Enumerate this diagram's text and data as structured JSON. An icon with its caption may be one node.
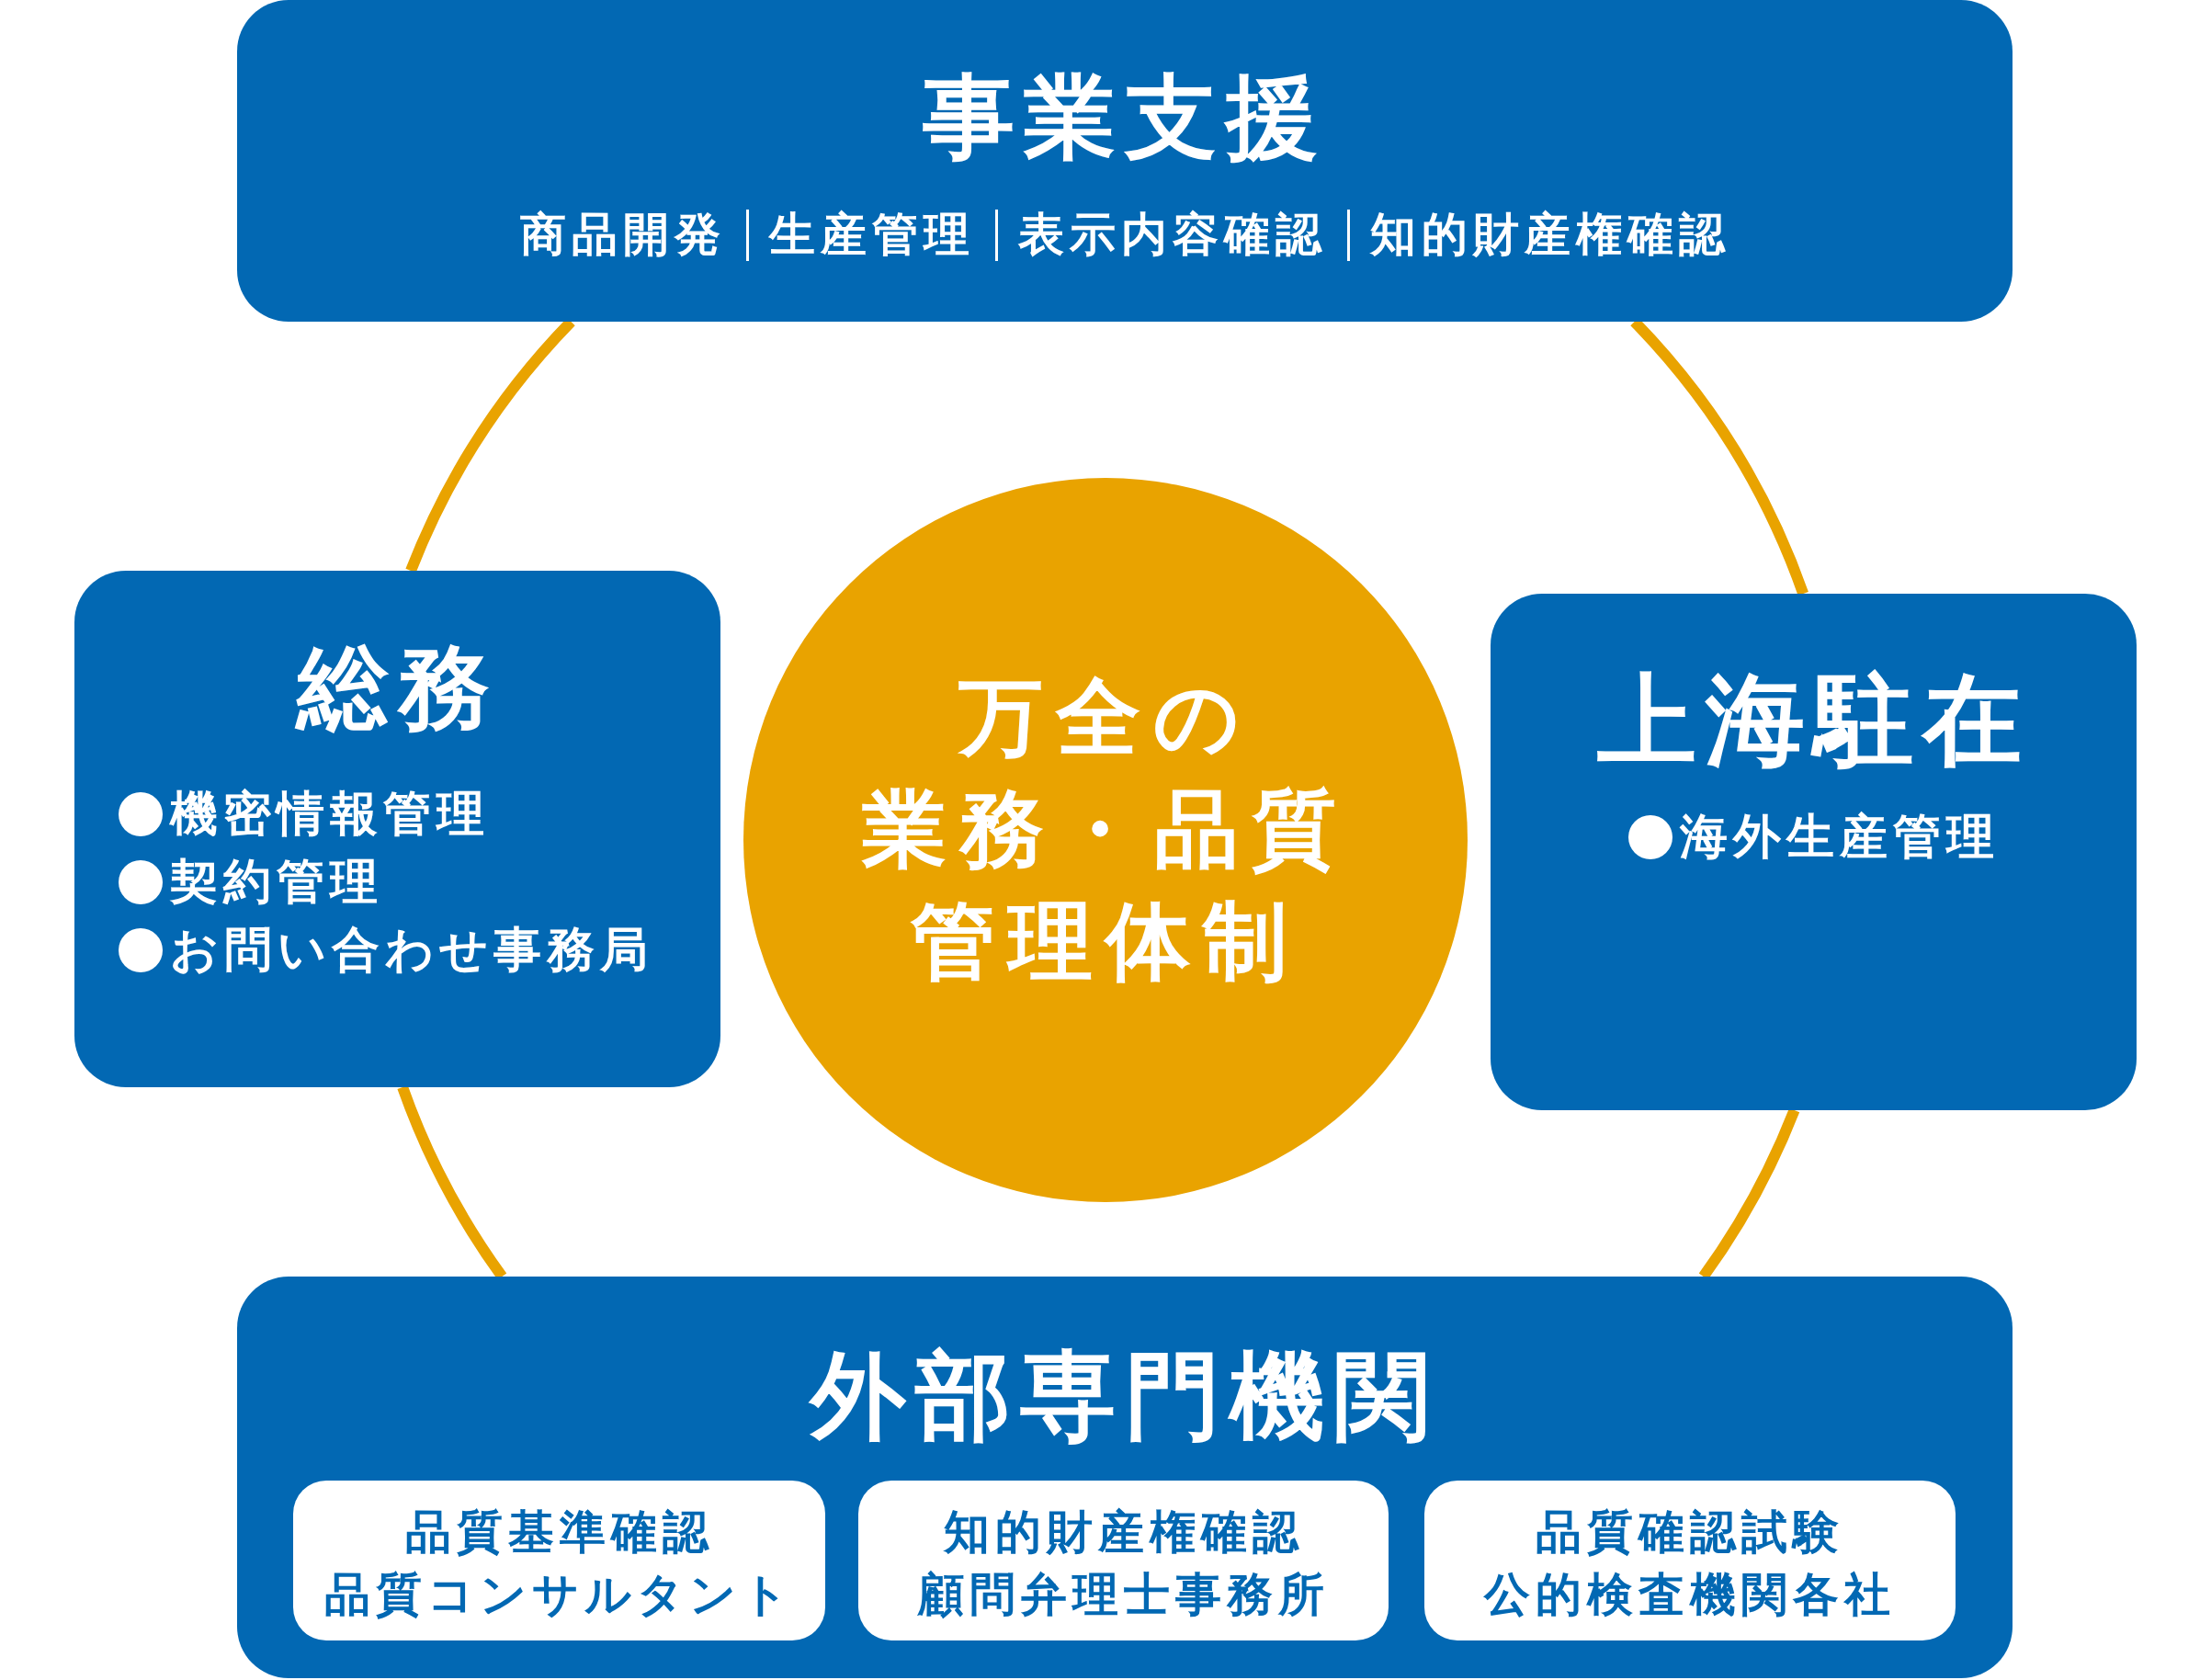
{
  "diagram": {
    "nodes": [
      {
        "text": [
          "事業支援",
          "商品開発",
          "生産管理",
          "表示内容確認",
          "知的財産権確認"
        ]
      },
      {
        "text": [
          "総務",
          "機密情報管理",
          "契約管理",
          "お問い合わせ事務局"
        ]
      },
      {
        "text": [
          "万全の",
          "業務・品質",
          "管理体制"
        ]
      },
      {
        "text": [
          "上海駐在",
          "海外生産管理"
        ]
      },
      {
        "text": [
          "外部専門機関"
        ]
      },
      {
        "text": [
          "品質基準確認",
          "品質コンサルタント"
        ],
        "in": 4
      },
      {
        "text": [
          "知的財産権確認",
          "顧問弁理士事務所"
        ],
        "in": 4
      },
      {
        "text": [
          "品質確認試験",
          "公的検査機関各社"
        ],
        "in": 4
      }
    ],
    "edges": [
      {
        "from": 0,
        "to": 1,
        "arrow": "none"
      },
      {
        "from": 1,
        "to": 4,
        "arrow": "none"
      },
      {
        "from": 4,
        "to": 3,
        "arrow": "none"
      },
      {
        "from": 3,
        "to": 0,
        "arrow": "none"
      }
    ]
  }
}
